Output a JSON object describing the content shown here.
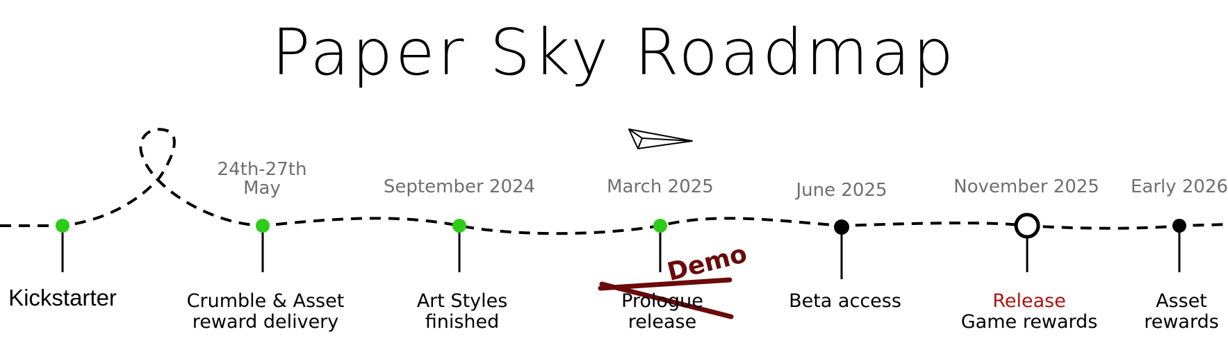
{
  "title": "Paper Sky Roadmap",
  "milestones": [
    {
      "date": "",
      "label_lines": [
        "Kickstarter"
      ],
      "marker": "green-dot"
    },
    {
      "date_lines": [
        "24th-27th",
        "May"
      ],
      "label_lines": [
        "Crumble & Asset",
        "reward delivery"
      ],
      "marker": "green-dot"
    },
    {
      "date": "September 2024",
      "label_lines": [
        "Art Styles",
        "finished"
      ],
      "marker": "green-dot"
    },
    {
      "date": "March 2025",
      "label_lines": [
        "Prologue",
        "release"
      ],
      "marker": "green-dot",
      "struck_text": "Prologue",
      "replacement": "Demo"
    },
    {
      "date": "June 2025",
      "label_lines": [
        "Beta access"
      ],
      "marker": "black-dot"
    },
    {
      "date": "November 2025",
      "accent_line": "Release",
      "label_lines": [
        "Game rewards"
      ],
      "marker": "hollow-circle"
    },
    {
      "date": "Early 2026",
      "label_lines": [
        "Asset",
        "rewards"
      ],
      "marker": "black-dot"
    }
  ],
  "colors": {
    "done": "#2ecc1a",
    "pending": "#000000",
    "date_text": "#6e6e6e",
    "accent": "#b01010",
    "strike": "#6a0a0a"
  },
  "icons": [
    "paper-plane-icon"
  ]
}
